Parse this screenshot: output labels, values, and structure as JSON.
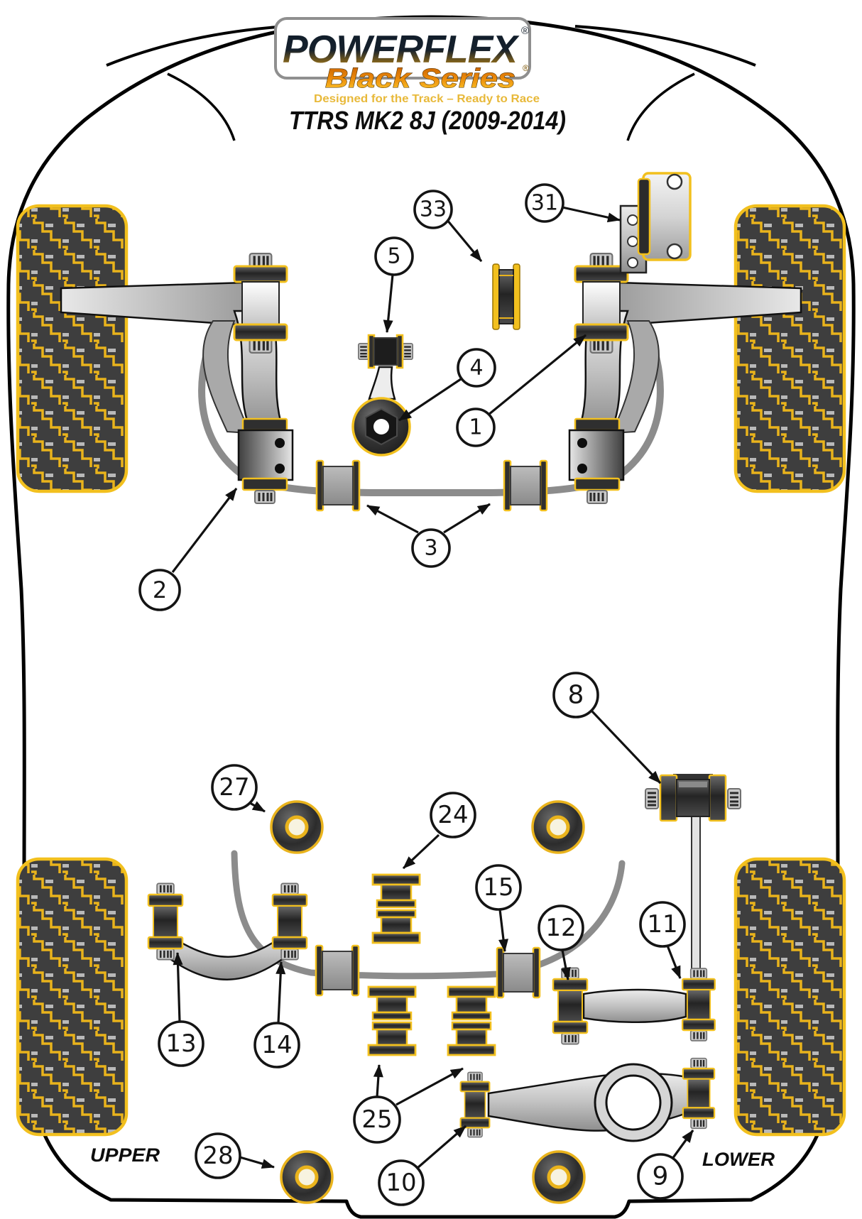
{
  "header": {
    "brand": "POWERFLEX",
    "brand_mark": "®",
    "series": "Black Series",
    "series_mark": "®",
    "tagline": "Designed for the Track – Ready to Race",
    "title": "TTRS MK2 8J (2009-2014)"
  },
  "labels": {
    "upper": "UPPER",
    "lower": "LOWER"
  },
  "callouts": {
    "c1": "1",
    "c2": "2",
    "c3": "3",
    "c4": "4",
    "c5": "5",
    "c8": "8",
    "c9": "9",
    "c10": "10",
    "c11": "11",
    "c12": "12",
    "c13": "13",
    "c14": "14",
    "c15": "15",
    "c24": "24",
    "c25": "25",
    "c27": "27",
    "c28": "28",
    "c31": "31",
    "c33": "33"
  },
  "colors": {
    "accent_yellow": "#F2C01E",
    "tire_yellow": "#E9B31C",
    "logo_navy": "#15202C",
    "series_orange": "#E8860A",
    "tagline_yellow": "#E8B93A",
    "bar_gray": "#8C8C8C",
    "arm_gray": "#C8C8C8",
    "part_dark": "#2F2F2F",
    "body_outline": "#000000"
  }
}
